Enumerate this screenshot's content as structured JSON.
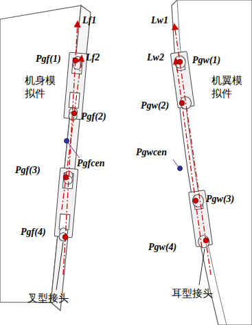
{
  "diagram": {
    "labels": [
      "Lf1",
      "Lf2",
      "Lw1",
      "Lw2",
      "Pgf(1)",
      "Pgw(1)",
      "机身模拟件",
      "机翼模拟件",
      "Pgf(2)",
      "Pgw(2)",
      "Pgf(3)",
      "Pgfcen",
      "Pgwcen",
      "Pgw(3)",
      "Pgf(4)",
      "Pgw(4)",
      "叉型接头",
      "耳型接头"
    ]
  }
}
